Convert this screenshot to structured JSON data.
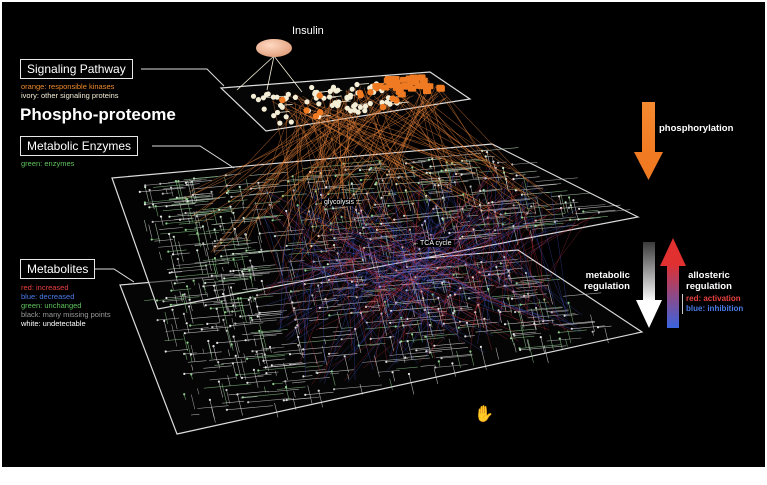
{
  "insulin_label": "Insulin",
  "layers": {
    "signaling": {
      "title": "Signaling Pathway",
      "legend": [
        "orange: responsible kinases",
        "ivory: other signaling proteins"
      ],
      "legend_colors": [
        "#f08a2a",
        "#f4eed6"
      ]
    },
    "phospho_title": "Phospho-proteome",
    "enzymes": {
      "title": "Metabolic Enzymes",
      "legend": [
        "green: enzymes"
      ],
      "legend_colors": [
        "#5fc35f"
      ]
    },
    "metabolites": {
      "title": "Metabolites",
      "legend": [
        "red: increased",
        "blue: decreased",
        "green: unchanged",
        "black: many missing points",
        "white: undetectable"
      ],
      "legend_colors": [
        "#e84040",
        "#4a7be8",
        "#5fc35f",
        "#9a9a9a",
        "#ffffff"
      ]
    }
  },
  "inner_labels": {
    "glycolysis": "glycolysis",
    "tca": "TCA cycle"
  },
  "side": {
    "phosphorylation": "phosphorylation",
    "metabolic_regulation": [
      "metabolic",
      "regulation"
    ],
    "allosteric_regulation": [
      "allosteric",
      "regulation"
    ],
    "allosteric_legend": [
      "red: activation",
      "blue: inhibition"
    ],
    "allosteric_legend_colors": [
      "#e84040",
      "#4a7be8"
    ]
  },
  "colors": {
    "orange": "#f07a22",
    "ivory": "#f4eed6",
    "red": "#e03030",
    "blue": "#3a64e0",
    "green": "#5fc35f",
    "background": "#000000"
  },
  "icons": [
    "hand-cursor-icon"
  ]
}
